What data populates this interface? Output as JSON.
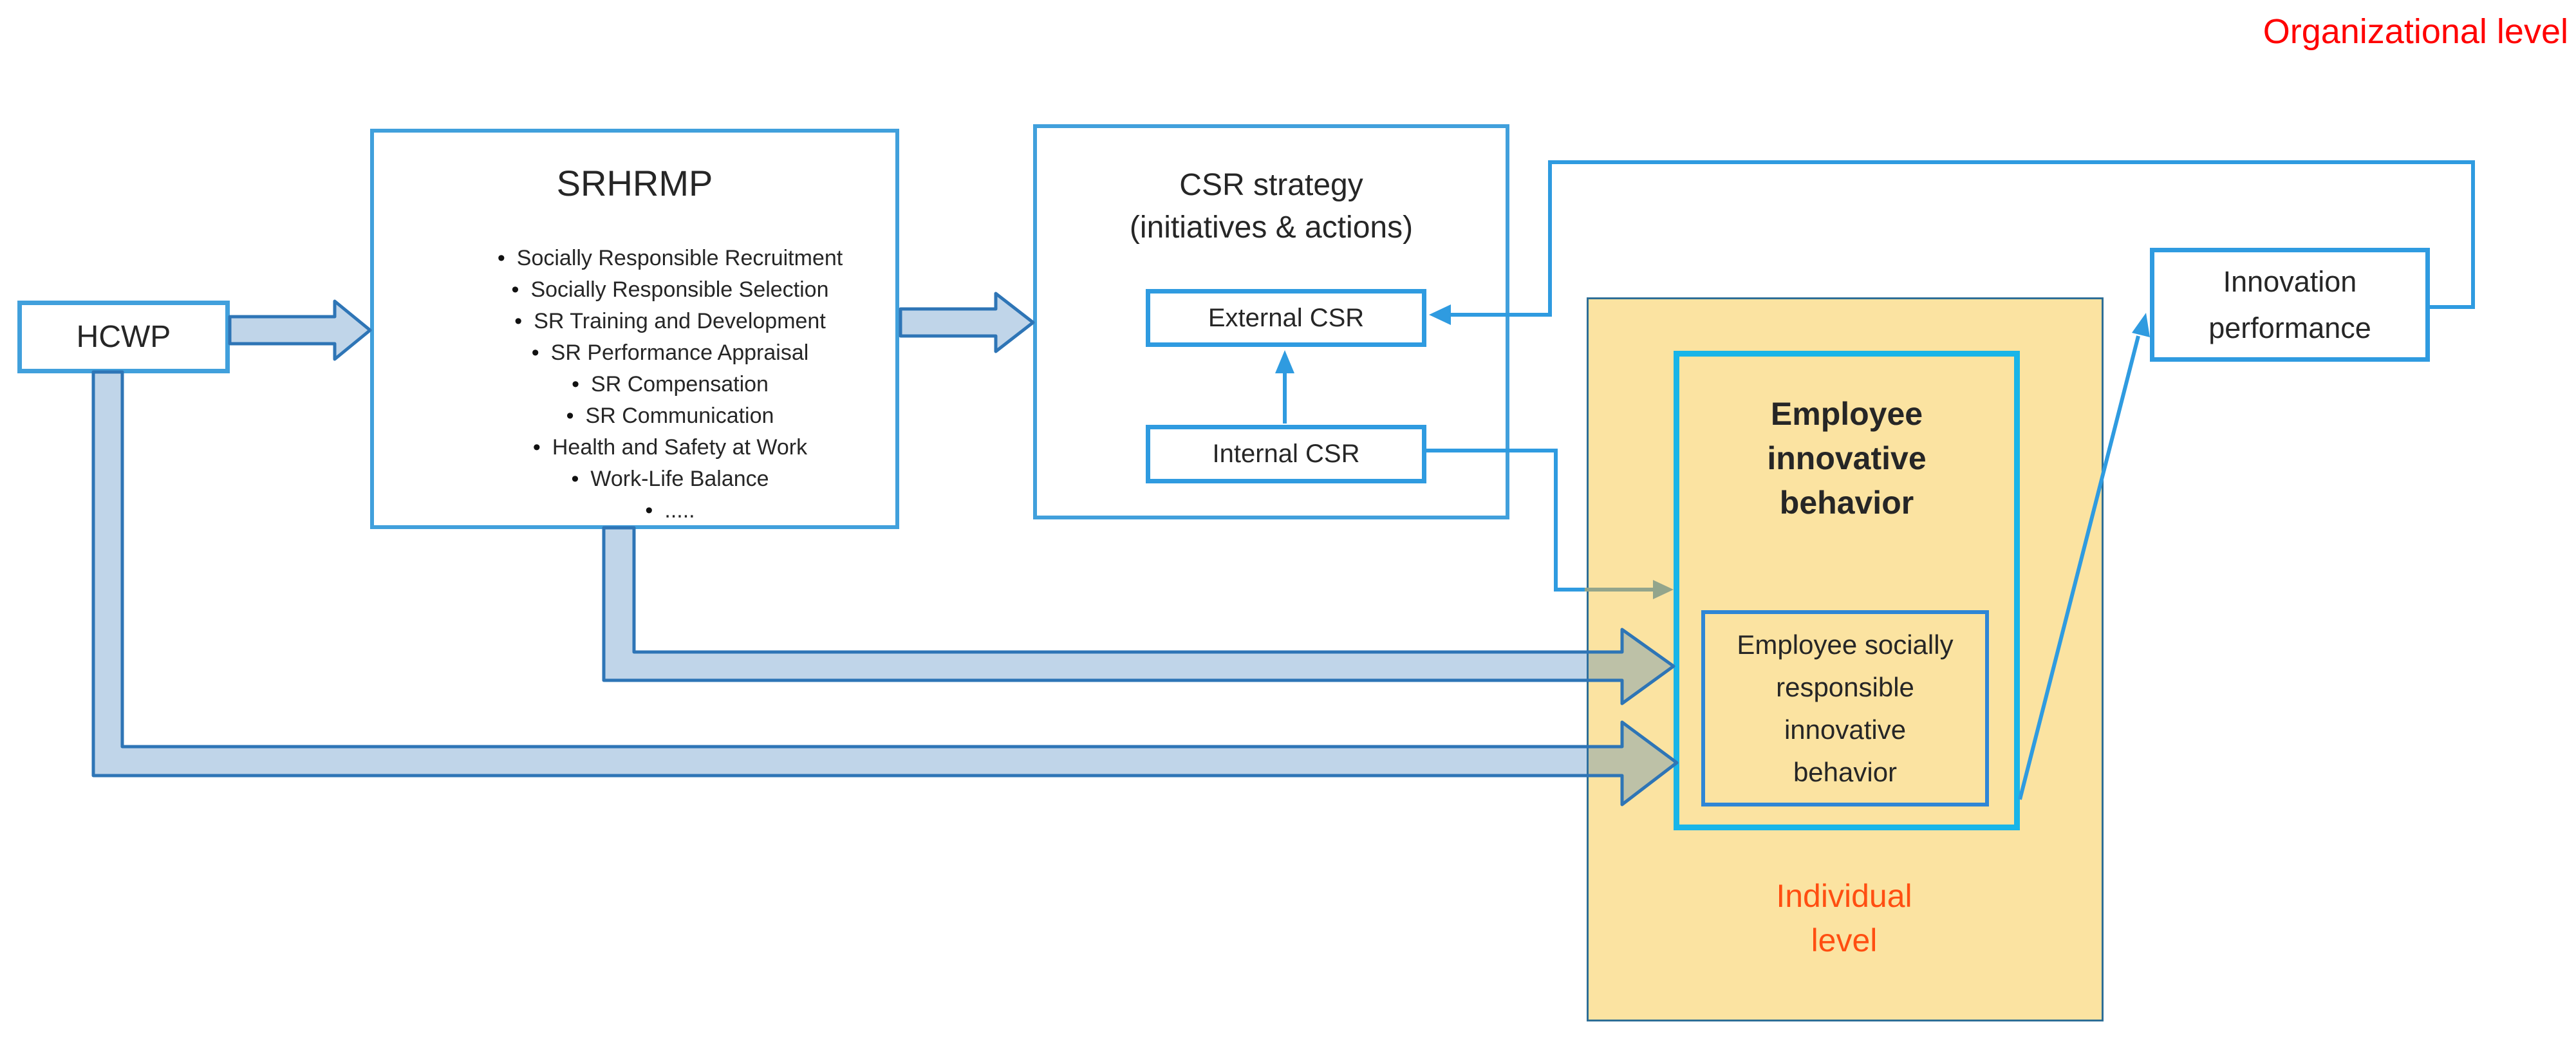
{
  "page": {
    "organizational_label": "Organizational level",
    "individual_label_lines": [
      "Individual",
      "level"
    ]
  },
  "hcwp": {
    "title": "HCWP"
  },
  "srhrmp": {
    "title": "SRHRMP",
    "items": [
      "Socially Responsible Recruitment",
      "Socially Responsible Selection",
      "SR Training and Development",
      "SR Performance Appraisal",
      "SR Compensation",
      "SR Communication",
      "Health and Safety at Work",
      "Work-Life Balance",
      "....."
    ]
  },
  "csr": {
    "title_lines": [
      "CSR strategy",
      "(initiatives & actions)"
    ],
    "external_label": "External CSR",
    "internal_label": "Internal CSR"
  },
  "employee": {
    "title_lines": [
      "Employee",
      "innovative",
      "behavior"
    ],
    "inner_box_lines": [
      "Employee socially",
      "responsible",
      "innovative",
      "behavior"
    ]
  },
  "innovation": {
    "title_lines": [
      "Innovation",
      "performance"
    ]
  },
  "connectors": {
    "hcwp_to_srhrmp": "thick block arrow",
    "srhrmp_to_csr": "thick block arrow",
    "srhrmp_to_employee": "thick elbow block arrow",
    "hcwp_to_employee": "thick elbow block arrow",
    "internal_csr_to_employee": "thin elbow arrow",
    "internal_to_external": "thin up arrow",
    "innovation_feedback_to_external_csr": "thin elbow arrow",
    "employee_to_innovation": "thin diagonal arrow"
  },
  "colors": {
    "line-blue": "#2F9BE0",
    "box-border": "#41A0DC",
    "cyan-border": "#19B5E8",
    "inner-border": "#2E86D6",
    "arrow-outline": "#2E75B6",
    "arrow-fill": "rgba(46,117,182,0.30)",
    "yellow-fill": "#FBE3A1",
    "yellow-border": "#2E6E96",
    "sage": "#93A58C",
    "red": "#FF0000",
    "orange": "#FF4E11",
    "text": "#262626"
  }
}
